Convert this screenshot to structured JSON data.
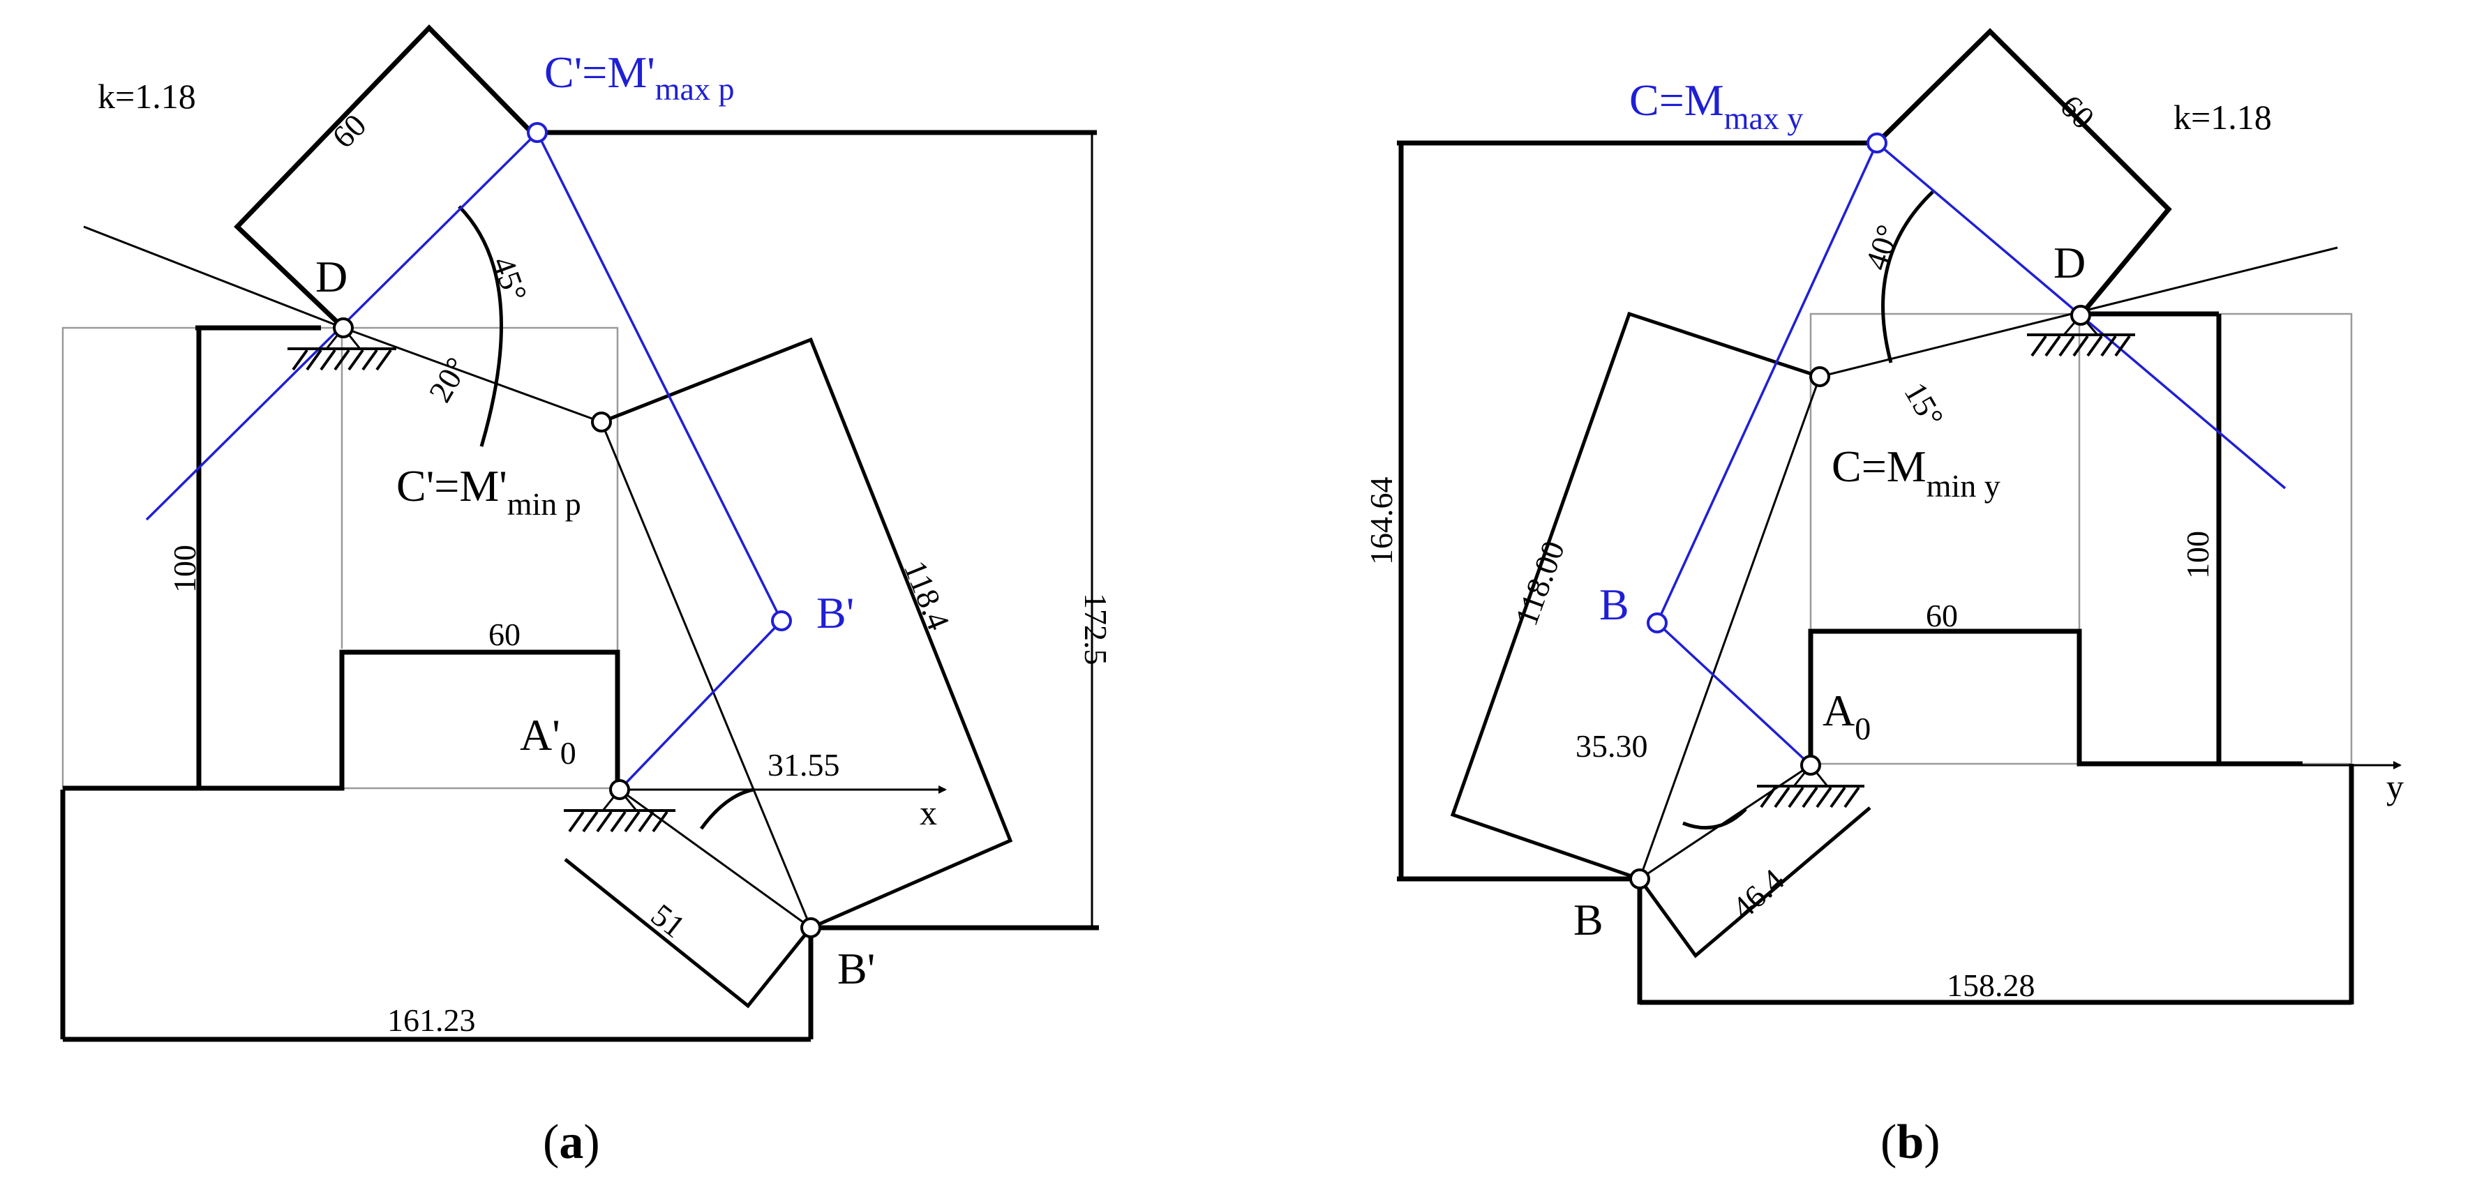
{
  "panel_a": {
    "k_label": "k=1.18",
    "point_c_max_main": "C'=M'",
    "point_c_max_sub": "max p",
    "point_d": "D",
    "point_c_min_main": "C'=M'",
    "point_c_min_sub": "min p",
    "point_b_blue": "B'",
    "point_b_black": "B'",
    "point_a0_main": "A'",
    "point_a0_sub": "0",
    "axis_x": "x",
    "dim_link_cd": "60",
    "dim_ground_width": "60",
    "dim_height_100": "100",
    "dim_172_5": "172.5",
    "dim_118_4": "118.4",
    "dim_51": "51",
    "dim_31_55": "31.55",
    "dim_161_23": "161.23",
    "angle_45": "45°",
    "angle_20": "20°",
    "caption_open": "(",
    "caption_letter": "a",
    "caption_close": ")"
  },
  "panel_b": {
    "k_label": "k=1.18",
    "point_c_max_main": "C=M",
    "point_c_max_sub": "max y",
    "point_d": "D",
    "point_c_min_main": "C=M",
    "point_c_min_sub": "min y",
    "point_b_blue": "B",
    "point_b_black": "B",
    "point_a0_main": "A",
    "point_a0_sub": "0",
    "axis_y": "y",
    "dim_link_cd": "60",
    "dim_ground_width": "60",
    "dim_height_100": "100",
    "dim_164_64": "164.64",
    "dim_118_00": "118.00",
    "dim_35_30": "35.30",
    "dim_46_4": "46.4",
    "dim_158_28": "158.28",
    "angle_40": "40°",
    "angle_15": "15°",
    "caption_open": "(",
    "caption_letter": "b",
    "caption_close": ")"
  },
  "colors": {
    "blue_linkage": "#1f1fd6",
    "black": "#000000",
    "grey_frame": "#9a9a9a"
  }
}
